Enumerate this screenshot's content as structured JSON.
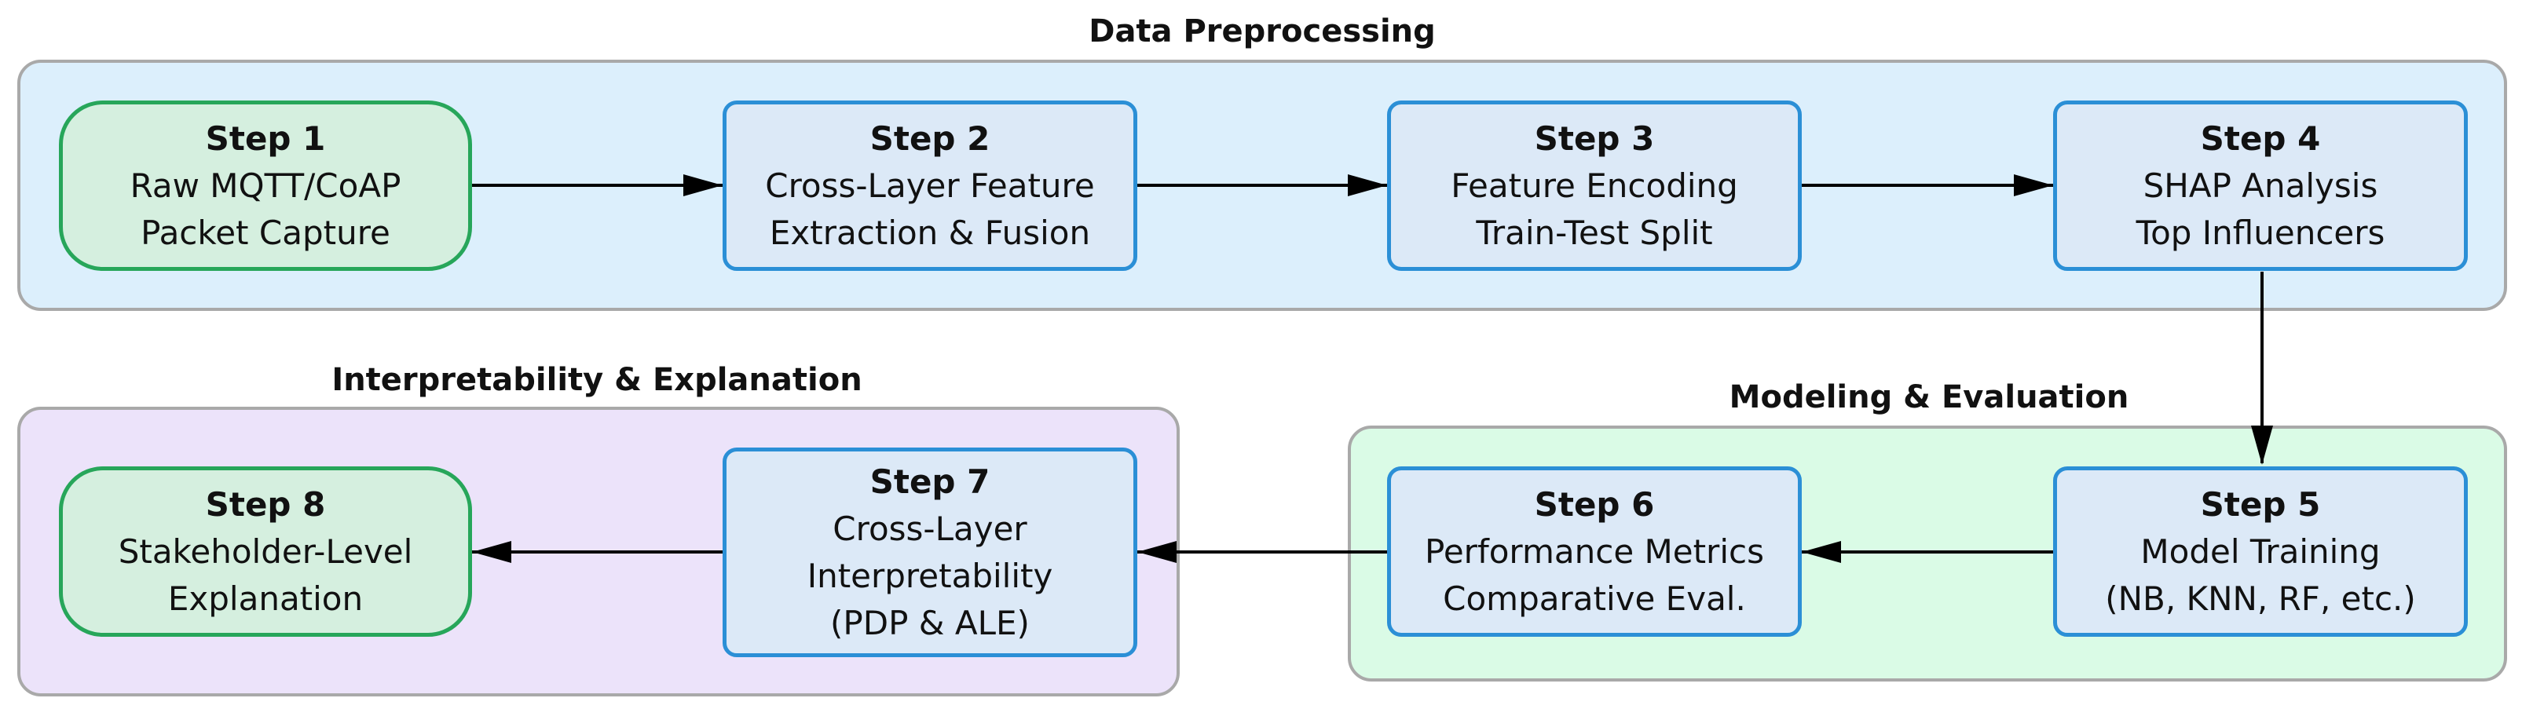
{
  "groups": {
    "preprocessing": {
      "title": "Data Preprocessing"
    },
    "modeling": {
      "title": "Modeling & Evaluation"
    },
    "interpretability": {
      "title": "Interpretability & Explanation"
    }
  },
  "steps": [
    {
      "title": "Step 1",
      "lines": [
        "Raw MQTT/CoAP",
        "Packet Capture"
      ]
    },
    {
      "title": "Step 2",
      "lines": [
        "Cross-Layer Feature",
        "Extraction & Fusion"
      ]
    },
    {
      "title": "Step 3",
      "lines": [
        "Feature Encoding",
        "Train-Test Split"
      ]
    },
    {
      "title": "Step 4",
      "lines": [
        "SHAP Analysis",
        "Top Influencers"
      ]
    },
    {
      "title": "Step 5",
      "lines": [
        "Model Training",
        "(NB, KNN, RF, etc.)"
      ]
    },
    {
      "title": "Step 6",
      "lines": [
        "Performance Metrics",
        "Comparative Eval."
      ]
    },
    {
      "title": "Step 7",
      "lines": [
        "Cross-Layer",
        "Interpretability",
        "(PDP & ALE)"
      ]
    },
    {
      "title": "Step 8",
      "lines": [
        "Stakeholder-Level",
        "Explanation"
      ]
    }
  ],
  "colors": {
    "preprocessing_bg": "#dceffc",
    "modeling_bg": "#dafbe6",
    "interpretability_bg": "#ece3fa",
    "blue_fill": "#dce9f7",
    "blue_border": "#2b8fd6",
    "green_fill": "#d5efdf",
    "green_border": "#27a65a",
    "group_border": "#a9a9a9"
  }
}
